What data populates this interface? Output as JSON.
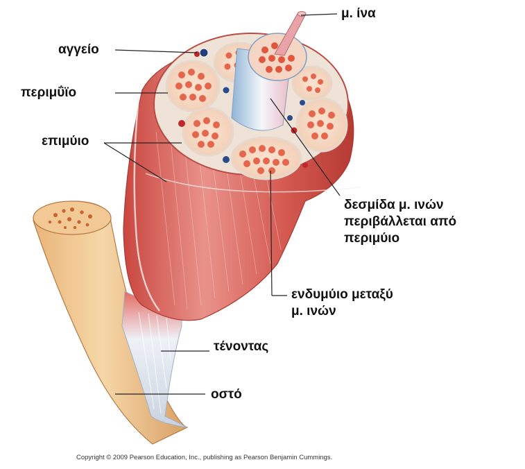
{
  "labels": {
    "fiber": "μ. ίνα",
    "vessel": "αγγείο",
    "perimysium": "περιμΰϊο",
    "epimysium": "επιμύιο",
    "fascicle_line1": "δεσμίδα  μ. ινών",
    "fascicle_line2": "περιβάλλεται από",
    "fascicle_line3": "περιμύιο",
    "endomysium_line1": "ενδυμύιο μεταξύ",
    "endomysium_line2": "μ. ινών",
    "tendon": "τένοντας",
    "bone": "οστό"
  },
  "copyright": "Copyright © 2009 Pearson Education, Inc., publishing as Pearson Benjamin Cummings.",
  "colors": {
    "muscle": "#d9574f",
    "muscle_dark": "#b83a35",
    "fascicle_fill": "#f6c9b0",
    "fiber_dot": "#e0573e",
    "perimysium": "#f3dccd",
    "bone": "#f0c48c",
    "tendon": "#dfe6ef",
    "vessel_red": "#c0262b",
    "vessel_blue": "#2b4c8a",
    "leader": "#222222"
  }
}
